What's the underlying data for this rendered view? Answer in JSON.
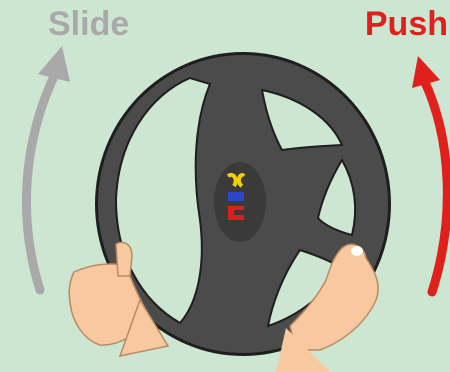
{
  "labels": {
    "left": "Slide",
    "right": "Push"
  },
  "colors": {
    "background": "#cde6d2",
    "slide": "#a9a9a9",
    "push": "#e0201c",
    "wheel": "#4b4b4b",
    "wheel_outline": "#1e1e1e",
    "skin": "#f8c8a0"
  },
  "icons": {
    "slide_arrow": "curved-arrow-up-left",
    "push_arrow": "curved-arrow-up-right",
    "center_logo": "brand-logo"
  }
}
